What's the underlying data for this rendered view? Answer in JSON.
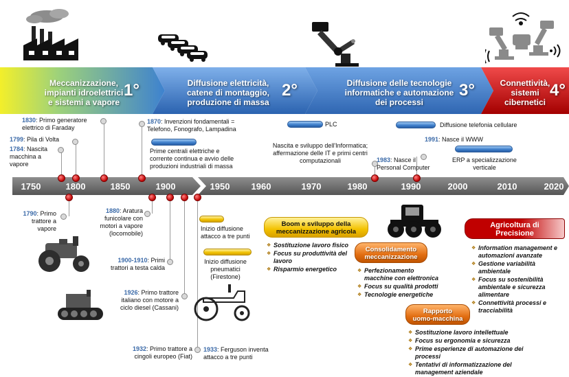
{
  "phases": [
    {
      "text": "Meccanizzazione,\nimpianti idroelettrici\ne sistemi a vapore",
      "num": "1°"
    },
    {
      "text": "Diffusione elettricità,\ncatene di montaggio,\nproduzione di massa",
      "num": "2°"
    },
    {
      "text": "Diffusione delle tecnologie\ninformatiche e automazione\ndei processi",
      "num": "3°"
    },
    {
      "text": "Connettività,\nsistemi\ncibernetici",
      "num": "4°"
    }
  ],
  "axis_years": [
    "1750",
    "1800",
    "1850",
    "1900",
    "1950",
    "1960",
    "1970",
    "1980",
    "1990",
    "2000",
    "2010",
    "2020"
  ],
  "events_top": {
    "e1830": {
      "year": "1830",
      "text": ": Primo generatore\nelettrico di Faraday"
    },
    "e1799": {
      "year": "1799",
      "text": ": Pila di Volta"
    },
    "e1784": {
      "year": "1784",
      "text": ": Nascita\nmacchina a\nvapore"
    },
    "e1870": {
      "year": "1870",
      "text": ": Invenzioni fondamentali =\nTelefono, Fonografo, Lampadina"
    },
    "centrali": "Prime centrali elettriche e\ncorrente continua e avvio delle\nproduzioni industriali di massa",
    "plc": "PLC",
    "informatica": "Nascita e sviluppo dell'Informatica;\naffermazione delle IT e primi centri\ncomputazionali",
    "e1983": {
      "year": "1983",
      "text": ": Nasce il\nPersonal Computer"
    },
    "cellulare": "Diffusione telefonia cellulare",
    "e1991": {
      "year": "1991",
      "text": ": Nasce il WWW"
    },
    "erp": "ERP a specializzazione\nverticale"
  },
  "events_bottom": {
    "e1790": {
      "year": "1790",
      "text": ": Primo\ntrattore a\nvapore"
    },
    "e1880": {
      "year": "1880",
      "text": ": Aratura\nfunicolare con\nmotori a vapore\n(locomobile)"
    },
    "e1900": {
      "year": "1900-1910",
      "text": ": Primi\ntrattori a testa calda"
    },
    "e1926": {
      "year": "1926",
      "text": ": Primo trattore\nitaliano con motore a\nciclo diesel (Cassani)"
    },
    "e1932": {
      "year": "1932",
      "text": ": Primo trattore a\ncingoli europeo (Fiat)"
    },
    "e1933": {
      "year": "1933",
      "text": ": Ferguson inventa\nattacco a tre punti"
    },
    "tre_punti": "Inizio diffusione\nattacco a tre punti",
    "pneumatici": "Inizio diffusione\npneumatici\n(Firestone)"
  },
  "boxes": {
    "boom": {
      "title": "Boom e sviluppo della\nmeccanizzazione agricola",
      "items": [
        "Sostituzione lavoro fisico",
        "Focus su produttività del lavoro",
        "Risparmio energetico"
      ]
    },
    "consolidamento": {
      "title": "Consolidamento\nmeccanizzazione",
      "items": [
        "Perfezionamento macchine con elettronica",
        "Focus su qualità prodotti",
        "Tecnologie energetiche"
      ]
    },
    "rapporto": {
      "title": "Rapporto\nuomo-macchina",
      "items": [
        "Sostituzione lavoro intellettuale",
        "Focus su ergonomia e sicurezza",
        "Prime esperienze di automazione dei processi",
        "Tentativi di informatizzazione del management aziendale"
      ]
    },
    "precisione": {
      "title": "Agricoltura di\nPrecisione",
      "items": [
        "Information management e automazioni avanzate",
        "Gestione variabilità ambientale",
        "Focus su sostenibilità ambientale e sicurezza alimentare",
        "Connettività processi e tracciabilità"
      ]
    }
  },
  "icons": [
    "factory-icon",
    "cars-icon",
    "robot-arm-icon",
    "connected-robots-icon",
    "steam-tractor-icon",
    "vintage-tractor-icon",
    "crawler-tractor-icon",
    "modern-tractor-icon",
    "large-tractor-icon"
  ],
  "colors": {
    "axis": "#6b6b6b",
    "phase1_start": "#f3ef2a",
    "phase2": "#4a86d0",
    "phase4": "#c00000",
    "year_blue": "#3b6aa8"
  }
}
